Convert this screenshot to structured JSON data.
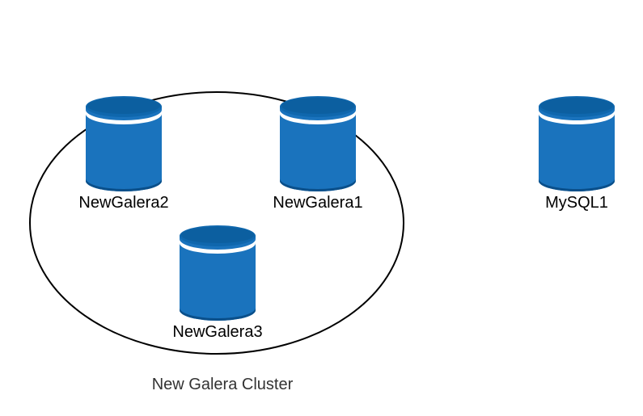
{
  "diagram": {
    "colors": {
      "db_fill": "#1a73bd",
      "db_top": "#0f67ad",
      "db_dark": "#0a4f8a",
      "db_band": "#ffffff",
      "outline": "#000000"
    },
    "cluster": {
      "label": "New Galera Cluster"
    },
    "nodes": [
      {
        "id": "newgalera2",
        "label": "NewGalera2",
        "icon": "database-cylinder-icon"
      },
      {
        "id": "newgalera1",
        "label": "NewGalera1",
        "icon": "database-cylinder-icon"
      },
      {
        "id": "newgalera3",
        "label": "NewGalera3",
        "icon": "database-cylinder-icon"
      },
      {
        "id": "mysql1",
        "label": "MySQL1",
        "icon": "database-cylinder-icon"
      }
    ]
  }
}
